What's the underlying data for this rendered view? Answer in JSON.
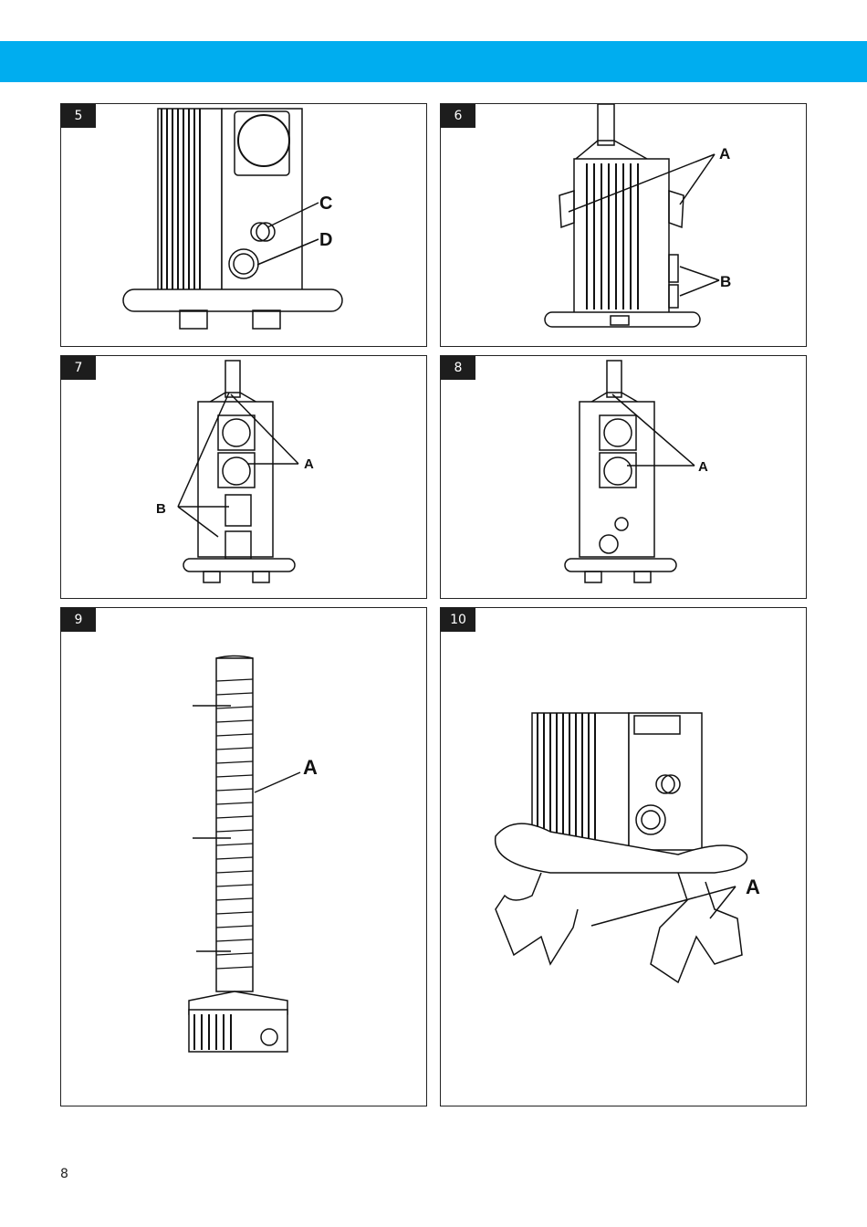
{
  "header": {
    "bar_color": "#00adef"
  },
  "panels": [
    {
      "number": "5",
      "labels": [
        "C",
        "D"
      ]
    },
    {
      "number": "6",
      "labels": [
        "A",
        "B"
      ]
    },
    {
      "number": "7",
      "labels": [
        "A",
        "B"
      ]
    },
    {
      "number": "8",
      "labels": [
        "A"
      ]
    },
    {
      "number": "9",
      "labels": [
        "A"
      ]
    },
    {
      "number": "10",
      "labels": [
        "A"
      ]
    }
  ],
  "footer": {
    "page_number": "8"
  }
}
